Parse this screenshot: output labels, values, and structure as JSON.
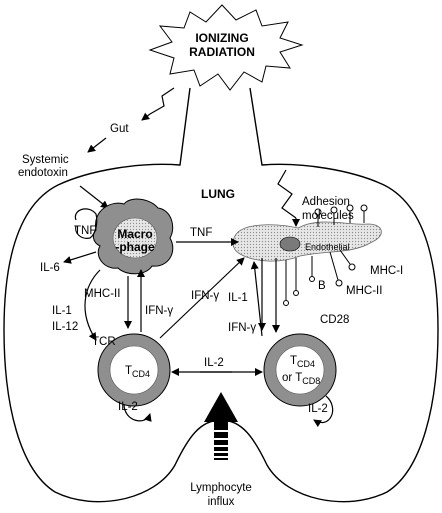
{
  "labels": {
    "ionizing_1": "IONIZING",
    "ionizing_2": "RADIATION",
    "gut": "Gut",
    "systemic_1": "Systemic",
    "systemic_2": "endotoxin",
    "lung": "LUNG",
    "adhesion_1": "Adhesion",
    "adhesion_2": "molecules",
    "tnf_left": "TNF",
    "macro_1": "Macro",
    "macro_2": "-phage",
    "tnf_mid": "TNF",
    "endothelial": "Endothelial",
    "mhc_i": "MHC-I",
    "mhc_ii_right": "MHC-II",
    "b": "B",
    "il6": "IL-6",
    "mhc_ii_left": "MHC-II",
    "il1_left": "IL-1",
    "il12": "IL-12",
    "ifn_left": "IFN-γ",
    "ifn_mid": "IFN-γ",
    "il1_right": "IL-1",
    "ifn_right": "IFN-γ",
    "cd28": "CD28",
    "tcr": "TCR",
    "tcd4_left": "T",
    "tcd4_left_sub": "CD4",
    "il2_mid": "IL-2",
    "tcd4_right_1": "T",
    "tcd4_right_1_sub": "CD4",
    "tcd4_right_2": "or T",
    "tcd4_right_2_sub": "CD8",
    "il2_left": "IL-2",
    "il2_right": "IL-2",
    "lymph_1": "Lymphocyte",
    "lymph_2": "influx"
  }
}
